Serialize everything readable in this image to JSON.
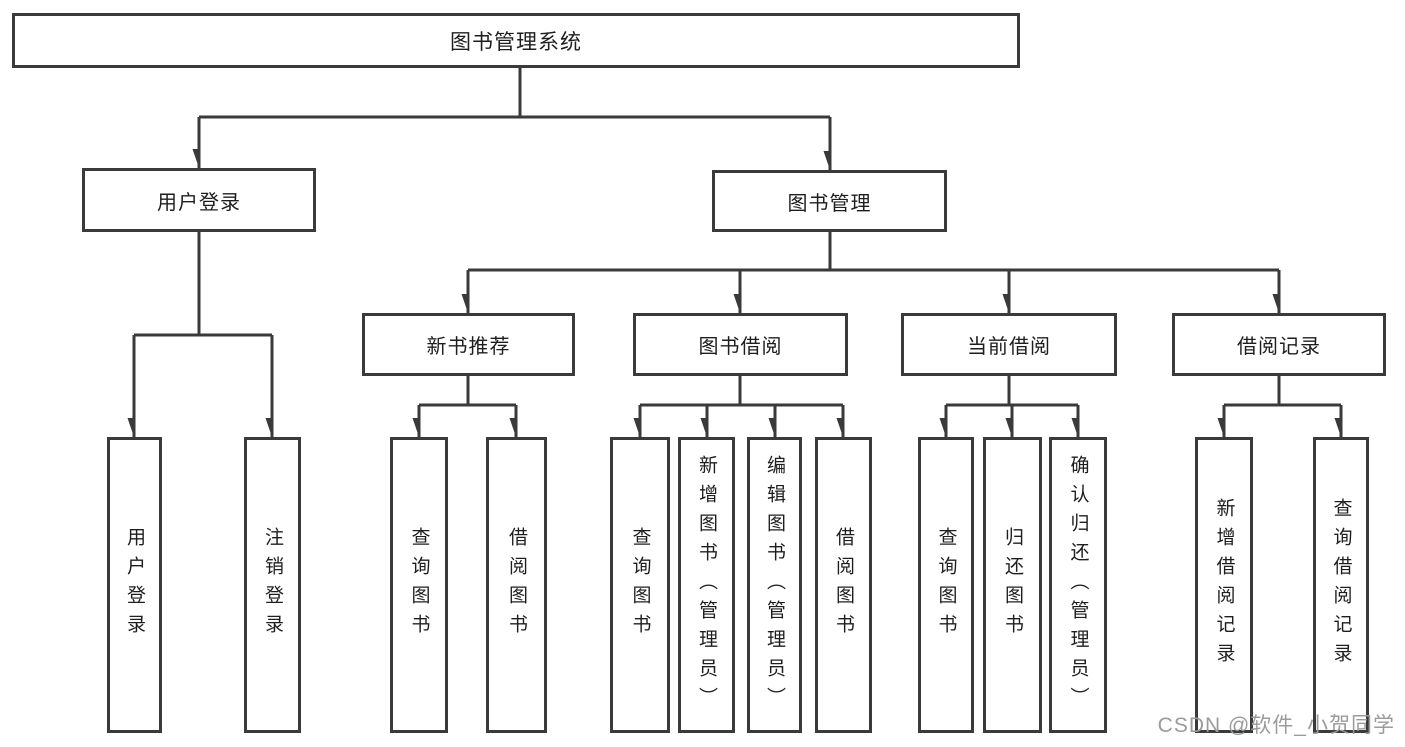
{
  "colors": {
    "background": "#ffffff",
    "line": "#3a3a3a",
    "text": "#1e1e1e",
    "watermark-color": "#9b9b9b"
  },
  "watermark": {
    "text": "CSDN @软件_小贺同学"
  },
  "tree": {
    "root": {
      "label": "图书管理系统",
      "children": {
        "user_login": {
          "label": "用户登录",
          "children": {
            "login": {
              "label": "用户登录"
            },
            "logout": {
              "label": "注销登录"
            }
          }
        },
        "book_management": {
          "label": "图书管理",
          "children": {
            "new_book_recommend": {
              "label": "新书推荐",
              "children": {
                "query_books": {
                  "label": "查询图书"
                },
                "borrow_books": {
                  "label": "借阅图书"
                }
              }
            },
            "book_borrowing": {
              "label": "图书借阅",
              "children": {
                "query_books": {
                  "label": "查询图书"
                },
                "add_books": {
                  "label": "新增图书（管理员）"
                },
                "edit_books": {
                  "label": "编辑图书（管理员）"
                },
                "borrow_books": {
                  "label": "借阅图书"
                }
              }
            },
            "current_borrowing": {
              "label": "当前借阅",
              "children": {
                "query_books": {
                  "label": "查询图书"
                },
                "return_books": {
                  "label": "归还图书"
                },
                "confirm_return": {
                  "label": "确认归还（管理员）"
                }
              }
            },
            "borrowing_records": {
              "label": "借阅记录",
              "children": {
                "add_record": {
                  "label": "新增借阅记录"
                },
                "query_record": {
                  "label": "查询借阅记录"
                }
              }
            }
          }
        }
      }
    }
  }
}
